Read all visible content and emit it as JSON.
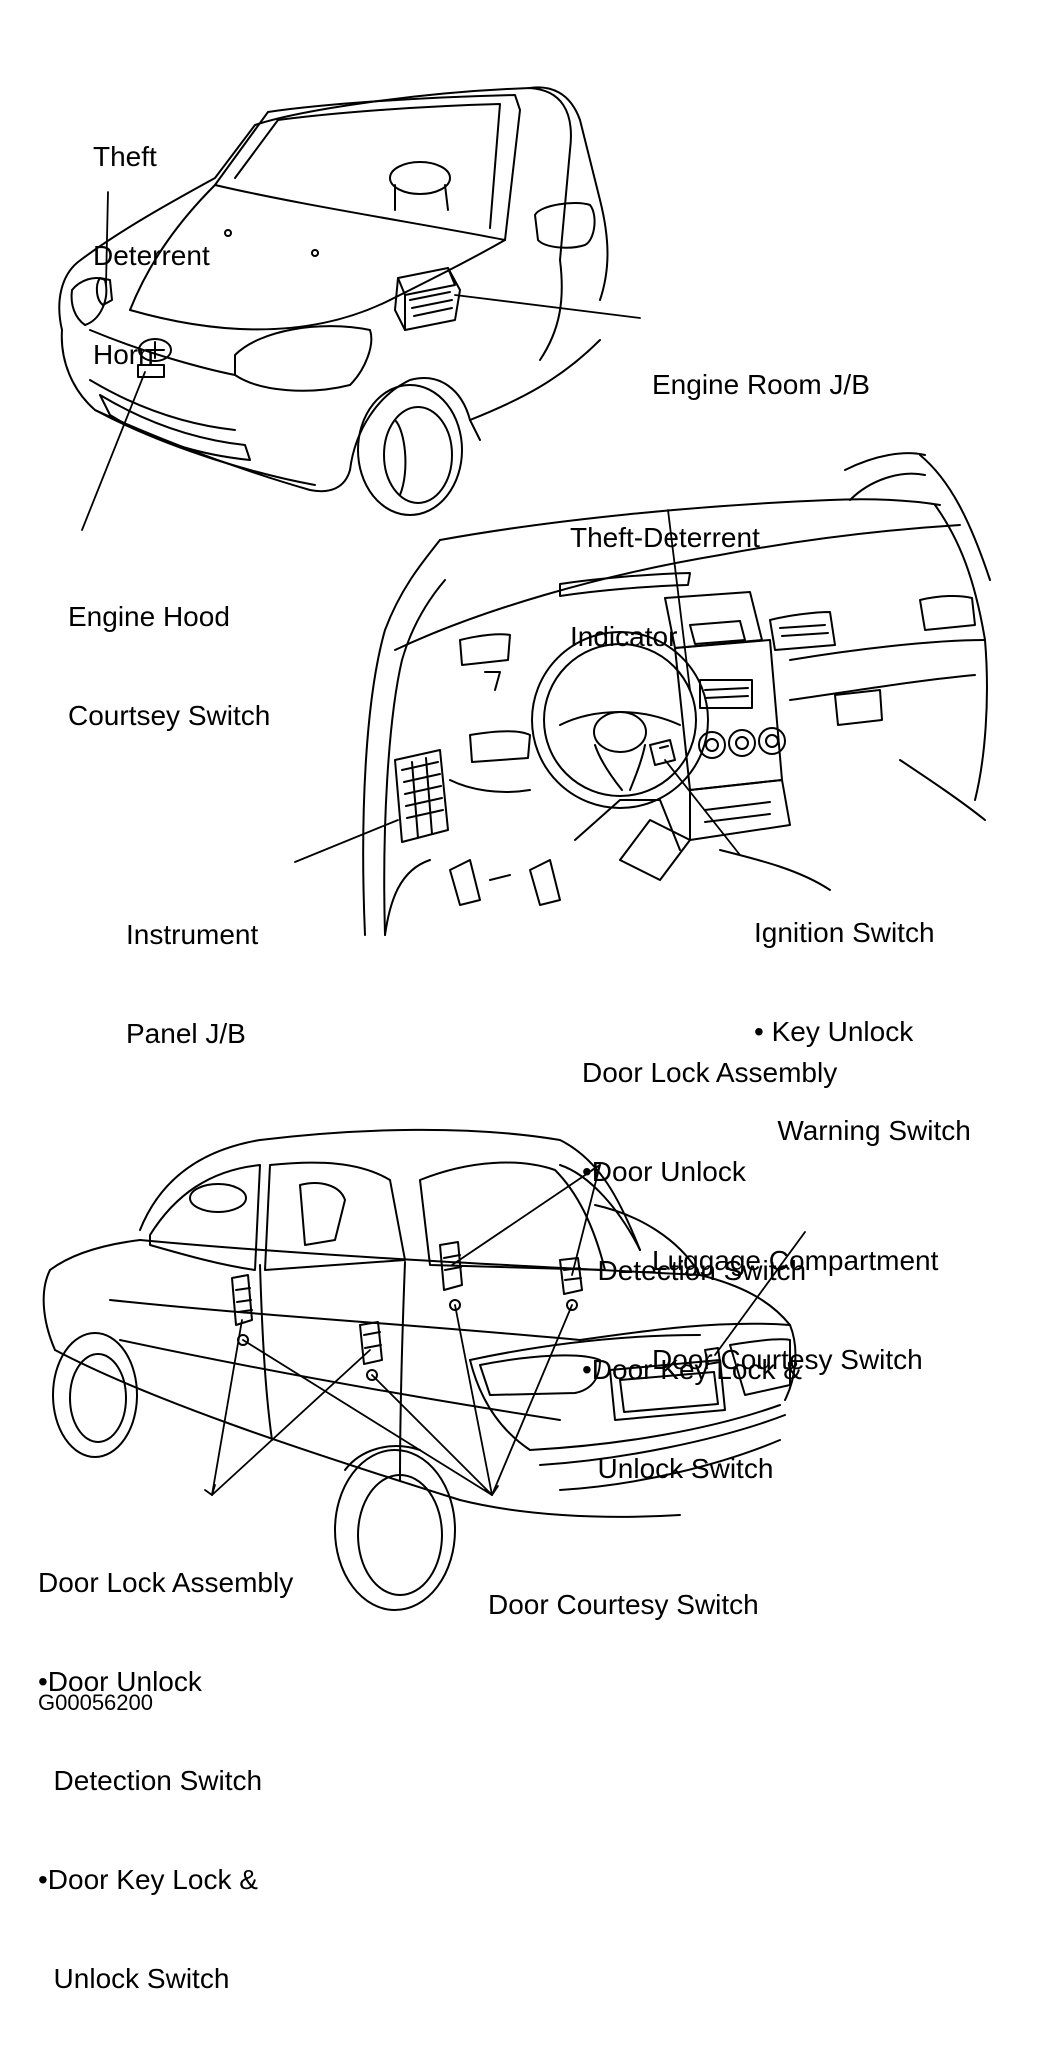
{
  "figure_code": "G00056200",
  "labels": {
    "theft_horn": [
      "Theft",
      "Deterrent",
      "Horn"
    ],
    "engine_room_jb": [
      "Engine Room J/B"
    ],
    "engine_hood_switch": [
      "Engine Hood",
      "Courtsey Switch"
    ],
    "theft_indicator": [
      "Theft-Deterrent",
      "Indicator"
    ],
    "instrument_panel_jb": [
      "Instrument",
      "Panel J/B"
    ],
    "ignition_switch": [
      "Ignition Switch",
      "• Key Unlock",
      "   Warning Switch"
    ],
    "door_lock_rear": [
      "Door Lock Assembly",
      "•Door Unlock",
      "  Detection Switch",
      "•Door Key Lock &",
      "  Unlock Switch"
    ],
    "luggage_switch": [
      "Luggage Compartment",
      "Door Courtesy Switch"
    ],
    "door_lock_front": [
      "Door Lock Assembly",
      "•Door Unlock",
      "  Detection Switch",
      "•Door Key Lock &",
      "  Unlock Switch"
    ],
    "door_courtesy": [
      "Door Courtesy Switch"
    ]
  },
  "colors": {
    "ink": "#000000",
    "paper": "#ffffff"
  }
}
